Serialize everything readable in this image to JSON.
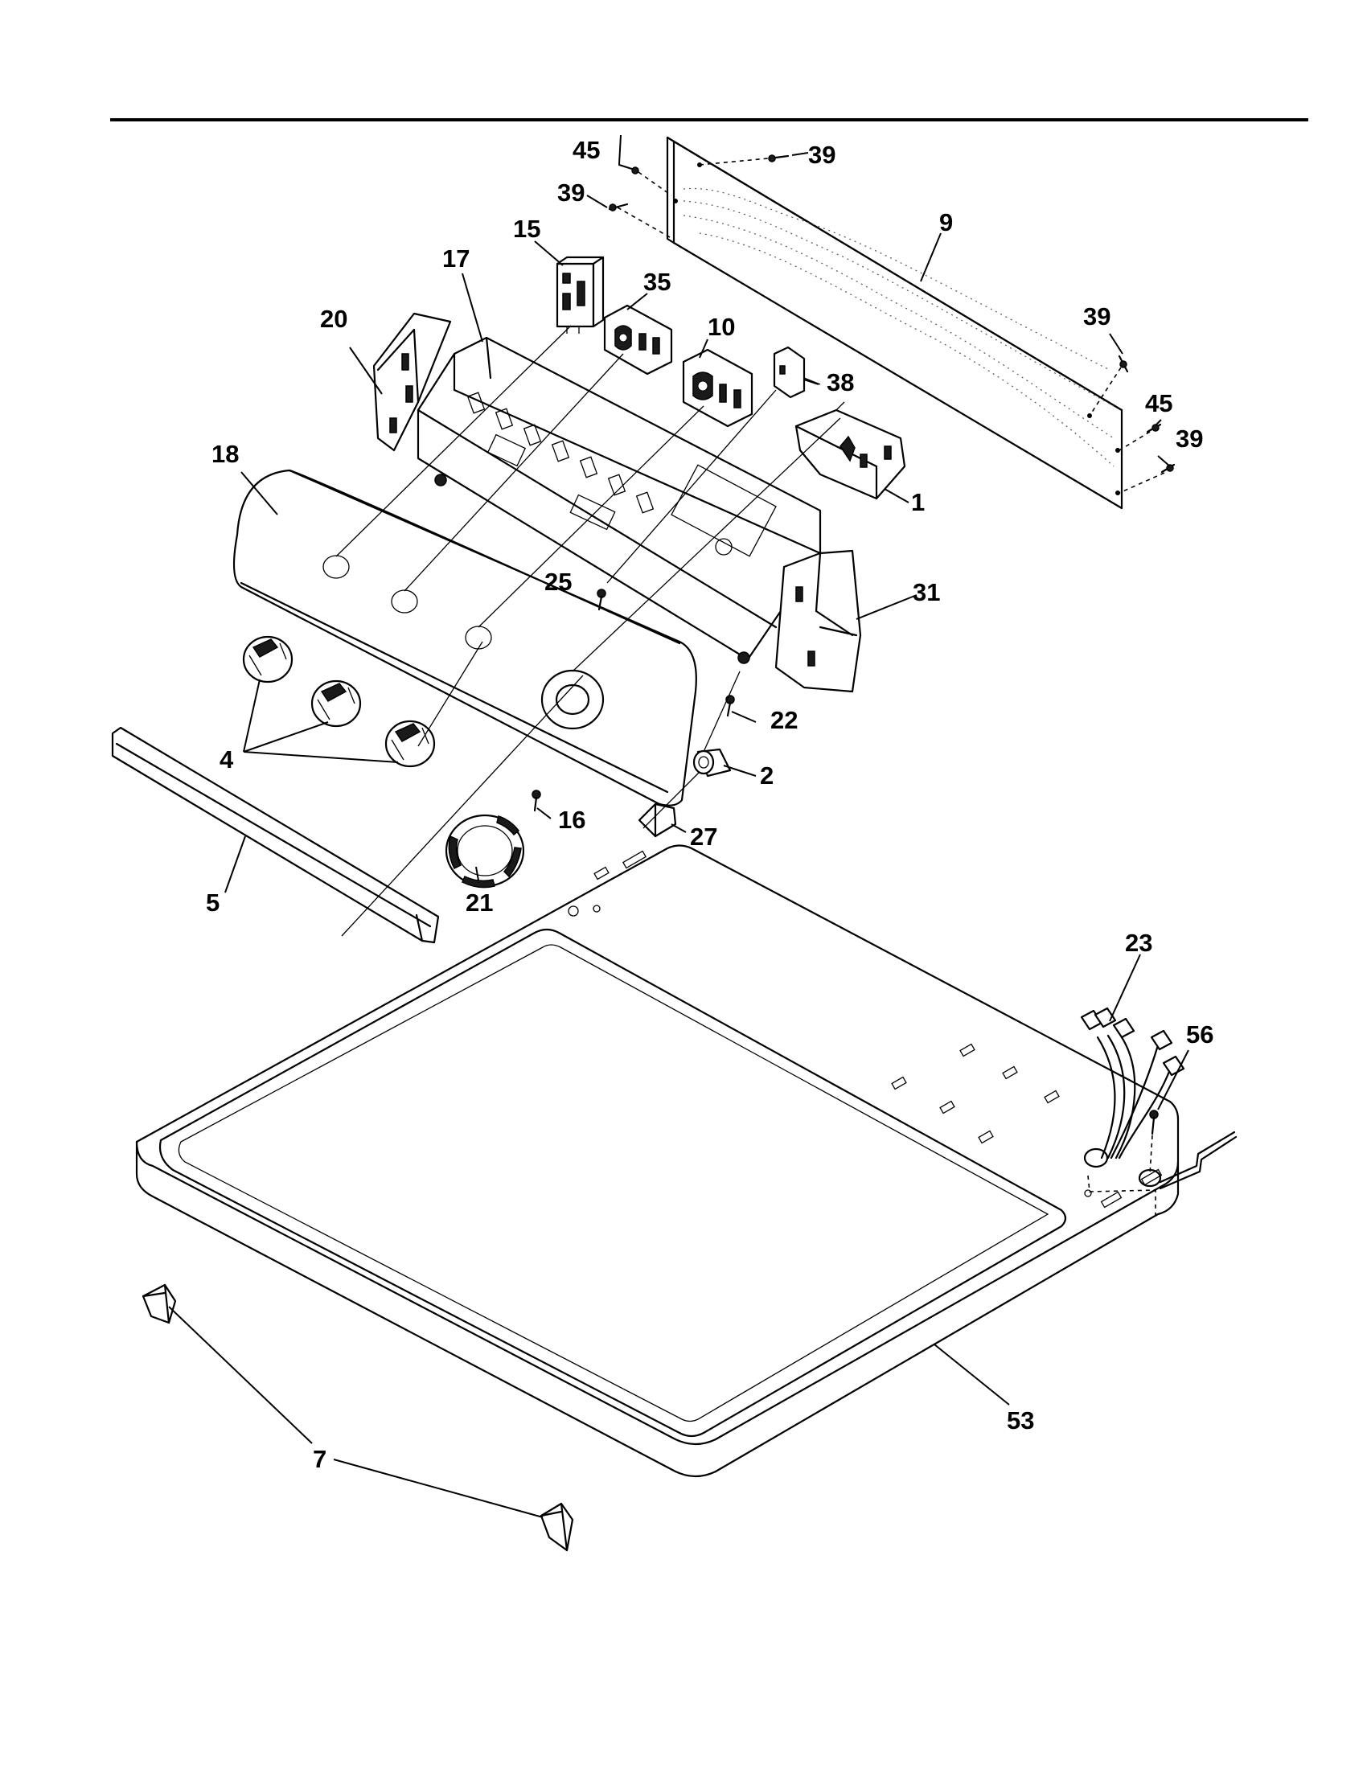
{
  "callouts": {
    "p45a": "45",
    "p39a": "39",
    "p39b": "39",
    "p9": "9",
    "p15": "15",
    "p17": "17",
    "p35": "35",
    "p10": "10",
    "p20": "20",
    "p39c": "39",
    "p38": "38",
    "p45b": "45",
    "p39d": "39",
    "p18": "18",
    "p1": "1",
    "p25": "25",
    "p31": "31",
    "p22": "22",
    "p4": "4",
    "p2": "2",
    "p16": "16",
    "p27": "27",
    "p5": "5",
    "p21": "21",
    "p23": "23",
    "p56": "56",
    "p53": "53",
    "p7": "7"
  }
}
